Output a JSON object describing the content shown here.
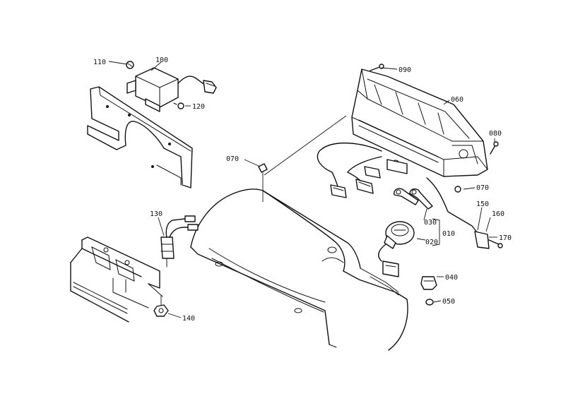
{
  "callouts": {
    "c110": "110",
    "c100": "100",
    "c120": "120",
    "c090": "090",
    "c060": "060",
    "c080": "080",
    "c070a": "070",
    "c070b": "070",
    "c130": "130",
    "c150": "150",
    "c160": "160",
    "c170": "170",
    "c030": "030",
    "c010": "010",
    "c020": "020",
    "c040": "040",
    "c050": "050",
    "c140": "140"
  }
}
